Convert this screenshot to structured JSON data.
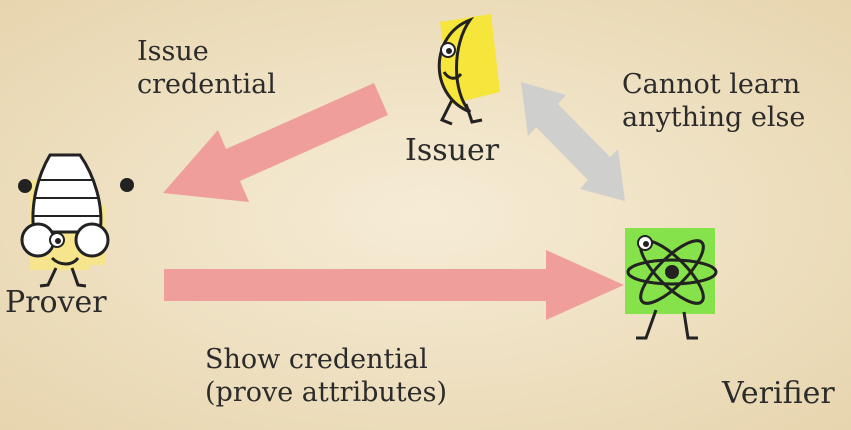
{
  "diagram": {
    "issue_label": [
      "Issue",
      "credential"
    ],
    "cannot_label": [
      "Cannot learn",
      "anything else"
    ],
    "show_label": [
      "Show credential",
      "(prove attributes)"
    ],
    "issuer": "Issuer",
    "prover": "Prover",
    "verifier": "Verifier"
  },
  "colors": {
    "background": "#f0e3c5",
    "issue_arrow": "#ef9e9c",
    "show_arrow": "#ef9e9c",
    "learn_arrow": "#cfcfcd",
    "issuer_icon": "#f6e53a",
    "prover_icon": "#f6e58d",
    "verifier_icon": "#86e24a"
  },
  "icons": {
    "issuer": "moon-character-icon",
    "prover": "shell-creature-icon",
    "verifier": "atom-character-icon"
  }
}
